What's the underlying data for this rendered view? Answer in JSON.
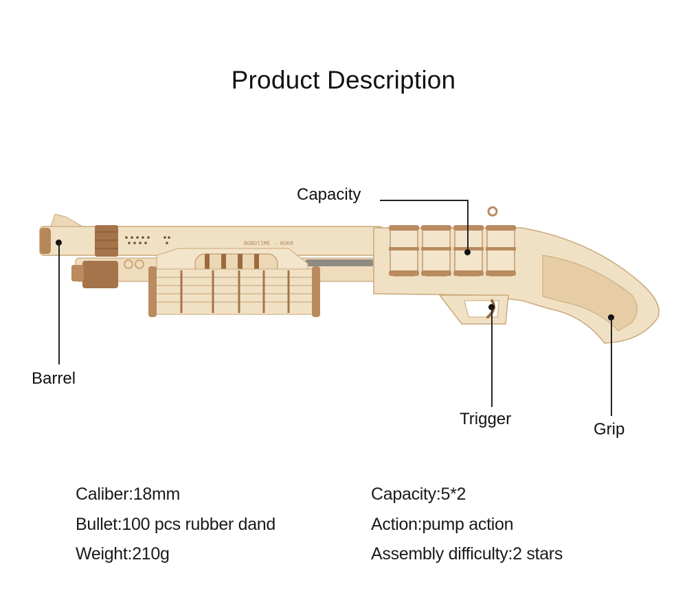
{
  "title": "Product Description",
  "product_image": {
    "alt": "Wooden pump-action shotgun model kit",
    "engraving": "ROBOTIME - ROKR"
  },
  "callouts": {
    "capacity": "Capacity",
    "barrel": "Barrel",
    "trigger": "Trigger",
    "grip": "Grip"
  },
  "specs": {
    "left": [
      "Caliber:18mm",
      "Bullet:100 pcs rubber dand",
      "Weight:210g"
    ],
    "right": [
      "Capacity:5*2",
      "Action:pump action",
      "Assembly difficulty:2 stars"
    ]
  },
  "colors": {
    "wood_light": "#f1e1c4",
    "wood_mid": "#e2c9a0",
    "wood_dark": "#9c6a3c",
    "text": "#111111"
  }
}
